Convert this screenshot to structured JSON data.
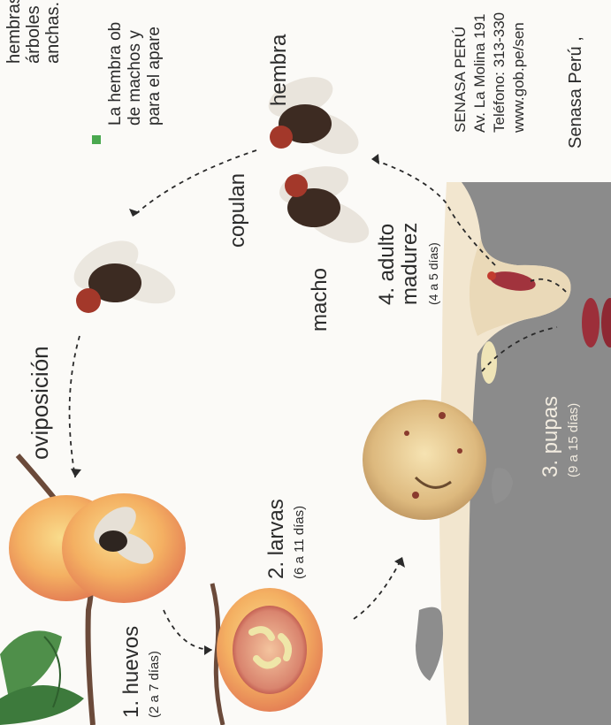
{
  "top_text": {
    "line1": "hembras,",
    "line2": "árboles con s",
    "line3": "anchas."
  },
  "note": {
    "line1": "La hembra ob",
    "line2": "de machos y",
    "line3": "para el apare"
  },
  "senasa": {
    "name": "SENASA PERÚ",
    "address": "Av. La Molina 191",
    "phone": "Teléfono: 313-330",
    "web": "www.gob.pe/sen",
    "footer": "Senasa Perú ,"
  },
  "cycle": {
    "oviposicion": "oviposición",
    "copulan": "copulan",
    "hembra": "hembra",
    "macho": "macho",
    "stage1_title": "1. huevos",
    "stage1_days": "(2 a 7 días)",
    "stage2_title": "2. larvas",
    "stage2_days": "(6 a 11 días)",
    "stage3_title": "3. pupas",
    "stage3_days": "(9 a 15 días)",
    "stage4_title_a": "4. adulto",
    "stage4_title_b": "madurez",
    "stage4_days": "(4 a 5 días)"
  },
  "colors": {
    "accent_green": "#4aa84f",
    "soil_dark": "#868686",
    "soil_light": "#f2e6cf",
    "pupa": "#9c2f3a",
    "peach": "#f3b063"
  }
}
